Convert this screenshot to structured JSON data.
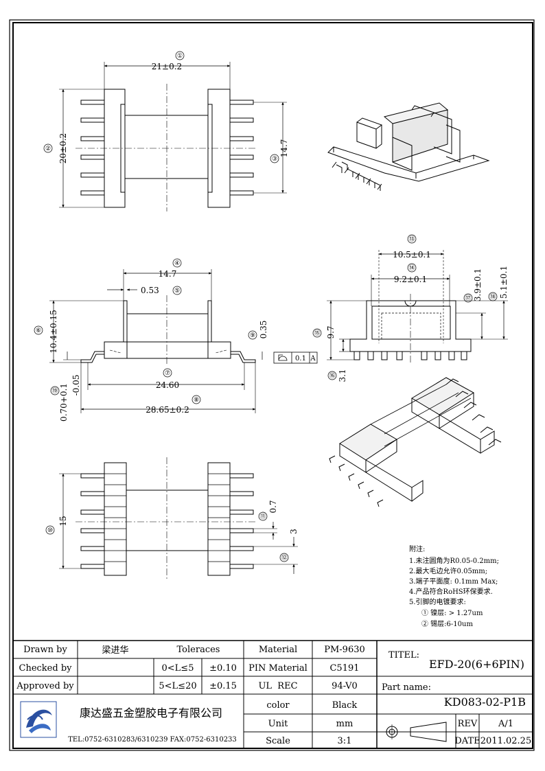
{
  "drawing": {
    "top_view": {
      "callout_1": "①",
      "width_dim": "21±0.2",
      "callout_2": "②",
      "height_dim": "20±0.2",
      "callout_3": "③",
      "pin_span_dim": "14.7"
    },
    "side_view": {
      "callout_4": "④",
      "flange_dim": "14.7",
      "callout_5": "⑤",
      "wall_dim": "0.53",
      "callout_6": "⑥",
      "height_dim": "10.4±0.15",
      "callout_7": "⑦",
      "inner_dim": "24.60",
      "callout_8": "⑧",
      "overall_dim": "28.65±0.2",
      "callout_9": "⑨",
      "thickness_dim": "0.35",
      "callout_19": "⑲",
      "pin_dim_a": "0.70+0.1",
      "pin_dim_b": "-0.05",
      "flatness_value": "0.1",
      "datum": "A"
    },
    "end_view": {
      "callout_13": "⑬",
      "outer_dim": "10.5±0.1",
      "callout_14": "⑭",
      "inner_dim": "9.2±0.1",
      "callout_15": "⑮",
      "height_dim": "9.7",
      "callout_16": "⑯",
      "pin_dim": "3.1",
      "callout_17": "⑰",
      "slot_dim": "3.9±0.1",
      "callout_18": "⑱",
      "step_dim": "5.1±0.1"
    },
    "bottom_view": {
      "callout_10": "⑩",
      "span_dim": "15",
      "callout_11": "⑪",
      "pin_width_dim": "0.7",
      "callout_12": "⑫",
      "pitch_dim": "3"
    }
  },
  "notes": {
    "title": "附注:",
    "items": [
      "1.未注圆角为R0.05-0.2mm;",
      "2.最大毛边允许0.05mm;",
      "3.端子平面度: 0.1mm Max;",
      "4.产品符合RoHS环保要求.",
      "5.引脚的电镀要求:"
    ],
    "sub_items": [
      "① 镍层: > 1.27um",
      "② 锡层:6-10um"
    ]
  },
  "title_block": {
    "drawn_by_label": "Drawn by",
    "drawn_by_value": "梁进华",
    "checked_by_label": "Checked by",
    "approved_by_label": "Approved by",
    "tolerances_label": "Toleraces",
    "tol_range_1": "0<L≤5",
    "tol_value_1": "±0.10",
    "tol_range_2": "5<L≤20",
    "tol_value_2": "±0.15",
    "material_label": "Material",
    "material_value": "PM-9630",
    "pin_material_label": "PIN Material",
    "pin_material_value": "C5191",
    "ul_label": "UL  REC",
    "ul_value": "94-V0",
    "color_label": "color",
    "color_value": "Black",
    "unit_label": "Unit",
    "unit_value": "mm",
    "scale_label": "Scale",
    "scale_value": "3:1",
    "company_name": "康达盛五金塑胶电子有限公司",
    "company_contact": "TEL:0752-6310283/6310239  FAX:0752-6310233",
    "title_label": "TITEL:",
    "title_value": "EFD-20(6+6PIN)",
    "part_name_label": "Part name:",
    "part_name_value": "KD083-02-P1B",
    "rev_label": "REV",
    "rev_value": "A/1",
    "date_label": "DATE",
    "date_value": "2011.02.25"
  }
}
